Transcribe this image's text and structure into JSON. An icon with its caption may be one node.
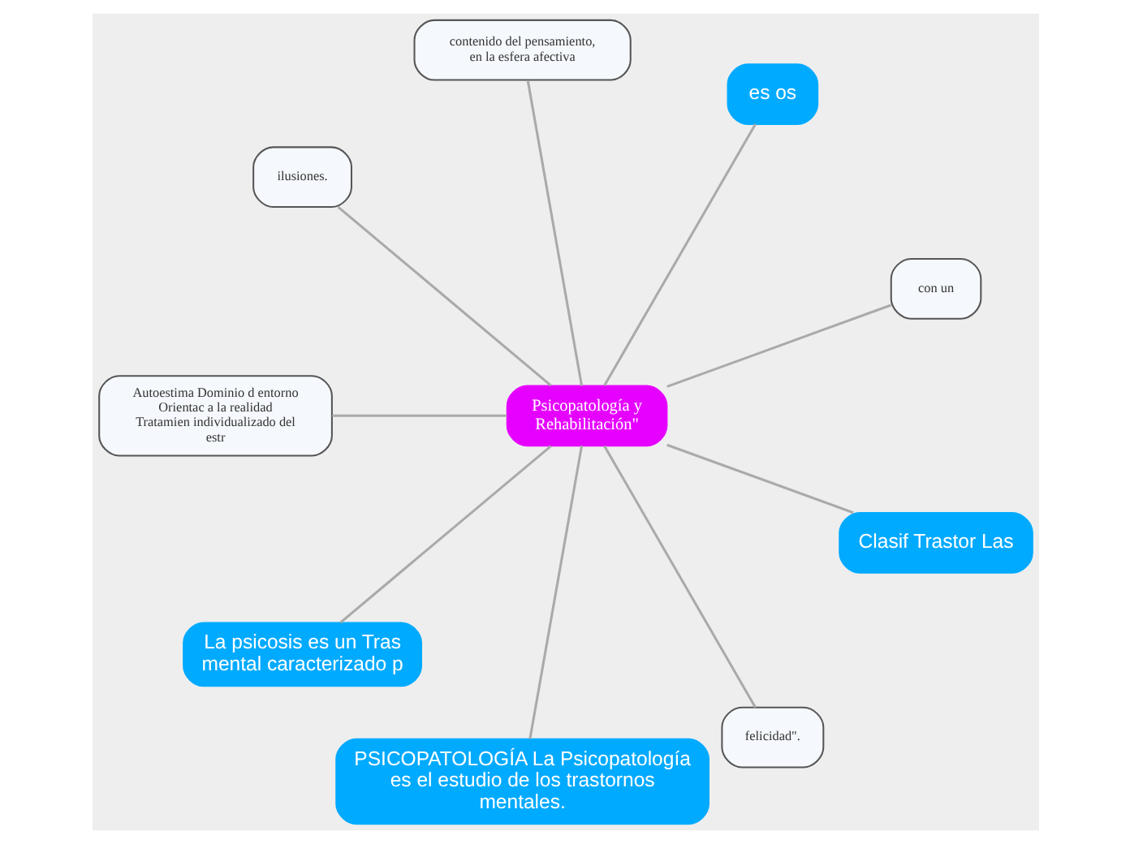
{
  "diagram": {
    "nodes": [
      {
        "text": [
          "Psicopatología y Rehabilitación\""
        ]
      },
      {
        "text": [
          "con un"
        ]
      },
      {
        "text": [
          "es os"
        ]
      },
      {
        "text": [
          "contenido del pensamiento, en la esfera afectiva"
        ]
      },
      {
        "text": [
          "ilusiones."
        ]
      },
      {
        "text": [
          "Autoestima Dominio d entorno Orientac a la realidad Tratamien individualizado del estr"
        ]
      },
      {
        "text": [
          "La psicosis es un Tras mental caracterizado p"
        ]
      },
      {
        "text": [
          "PSICOPATOLOGÍA La Psicopatología es el estudio de los trastornos mentales."
        ]
      },
      {
        "text": [
          "felicidad\"."
        ]
      },
      {
        "text": [
          "Clasif Trastor Las"
        ]
      }
    ],
    "edges": [
      {
        "from": 0,
        "to": 1,
        "arrow": "none"
      },
      {
        "from": 0,
        "to": 2,
        "arrow": "none"
      },
      {
        "from": 0,
        "to": 3,
        "arrow": "none"
      },
      {
        "from": 0,
        "to": 4,
        "arrow": "none"
      },
      {
        "from": 0,
        "to": 5,
        "arrow": "none"
      },
      {
        "from": 0,
        "to": 6,
        "arrow": "none"
      },
      {
        "from": 0,
        "to": 7,
        "arrow": "none"
      },
      {
        "from": 0,
        "to": 8,
        "arrow": "none"
      },
      {
        "from": 0,
        "to": 9,
        "arrow": "none"
      }
    ]
  }
}
